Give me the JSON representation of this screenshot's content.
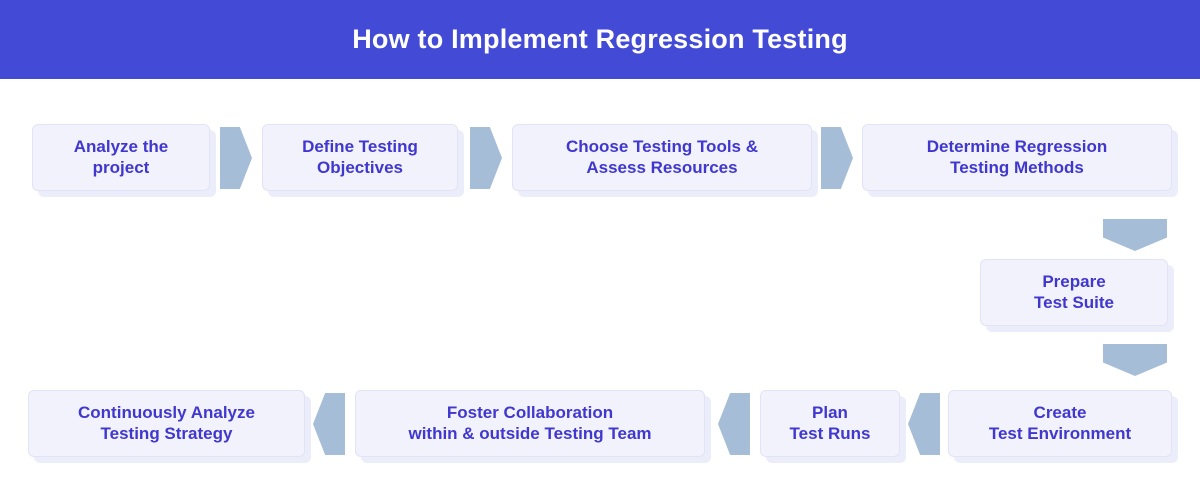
{
  "header": {
    "title": "How to Implement Regression Testing",
    "background_color": "#424AD6",
    "text_color": "#FFFFFF"
  },
  "theme": {
    "node_fill": "#F2F2FC",
    "node_border": "#E2E3F7",
    "node_text": "#4037CE",
    "arrow_fill": "#A6BDD7",
    "canvas_background": "#FFFFFF"
  },
  "diagram": {
    "type": "flowchart",
    "title": "How to Implement Regression Testing",
    "direction": "serpentine: left-to-right, then down, then right-to-left",
    "steps": [
      {
        "order": 1,
        "label": "Analyze the\nproject",
        "line1": "Analyze the",
        "line2": "project"
      },
      {
        "order": 2,
        "label": "Define Testing\nObjectives",
        "line1": "Define Testing",
        "line2": "Objectives"
      },
      {
        "order": 3,
        "label": "Choose Testing Tools &\nAssess Resources",
        "line1": "Choose Testing Tools &",
        "line2": "Assess Resources"
      },
      {
        "order": 4,
        "label": "Determine Regression\nTesting Methods",
        "line1": "Determine Regression",
        "line2": "Testing Methods"
      },
      {
        "order": 5,
        "label": "Prepare\nTest Suite",
        "line1": "Prepare",
        "line2": "Test Suite"
      },
      {
        "order": 6,
        "label": "Create\nTest Environment",
        "line1": "Create",
        "line2": "Test Environment"
      },
      {
        "order": 7,
        "label": "Plan\nTest Runs",
        "line1": "Plan",
        "line2": "Test Runs"
      },
      {
        "order": 8,
        "label": "Foster Collaboration\nwithin & outside Testing Team",
        "line1": "Foster Collaboration",
        "line2": "within & outside Testing Team"
      },
      {
        "order": 9,
        "label": "Continuously Analyze\nTesting Strategy",
        "line1": "Continuously Analyze",
        "line2": "Testing Strategy"
      }
    ],
    "connectors": [
      {
        "from": 1,
        "to": 2,
        "direction": "right"
      },
      {
        "from": 2,
        "to": 3,
        "direction": "right"
      },
      {
        "from": 3,
        "to": 4,
        "direction": "right"
      },
      {
        "from": 4,
        "to": 5,
        "direction": "down"
      },
      {
        "from": 5,
        "to": 6,
        "direction": "down"
      },
      {
        "from": 6,
        "to": 7,
        "direction": "left"
      },
      {
        "from": 7,
        "to": 8,
        "direction": "left"
      },
      {
        "from": 8,
        "to": 9,
        "direction": "left"
      }
    ]
  }
}
